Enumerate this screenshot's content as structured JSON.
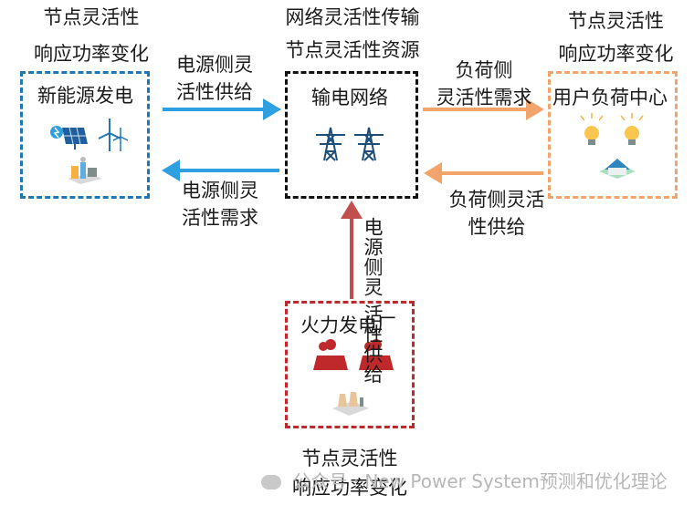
{
  "top_left": {
    "line1": "节点灵活性",
    "line2": "响应功率变化"
  },
  "top_center": {
    "line1": "网络灵活性传输",
    "line2": "节点灵活性资源"
  },
  "top_right": {
    "line1": "节点灵活性",
    "line2": "响应功率变化"
  },
  "bottom_center": {
    "line1": "节点灵活性",
    "line2": "响应功率变化"
  },
  "boxes": {
    "renewable": {
      "title": "新能源发电",
      "color": "#1f77b4"
    },
    "grid": {
      "title": "输电网络",
      "color": "#111111"
    },
    "load": {
      "title": "用户负荷中心",
      "color": "#f2a46b"
    },
    "thermal": {
      "title": "火力发电厂",
      "color": "#c0292b"
    }
  },
  "arrows": {
    "source_supply": {
      "line1": "电源侧灵",
      "line2": "活性供给",
      "color": "#2e9fe0"
    },
    "source_demand": {
      "line1": "电源侧灵",
      "line2": "活性需求",
      "color": "#2e9fe0"
    },
    "load_demand": {
      "line1": "负荷侧",
      "line2": "灵活性需求",
      "color": "#f2a46b"
    },
    "load_supply": {
      "line1": "负荷侧灵活",
      "line2": "性供给",
      "color": "#f2a46b"
    },
    "thermal_supply": {
      "line1": "电源侧灵",
      "line2": "活性供给",
      "color": "#c0504d"
    }
  },
  "watermark": "公众号 · New Power System预测和优化理论"
}
